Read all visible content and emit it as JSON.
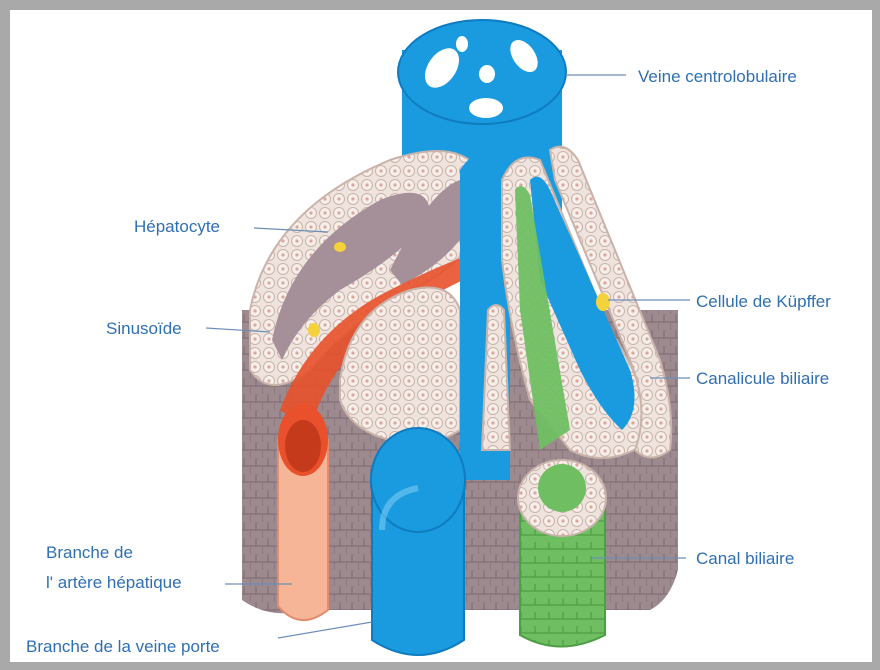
{
  "labels": {
    "veine_centrolobulaire": "Veine centrolobulaire",
    "hepatocyte": "Hépatocyte",
    "cellule_kupffer": "Cellule de Küpffer",
    "sinusoide": "Sinusoïde",
    "canalicule_biliaire": "Canalicule biliaire",
    "branche_artere_line1": "Branche de",
    "branche_artere_line2": "l' artère hépatique",
    "canal_biliaire": "Canal biliaire",
    "branche_veine_porte": "Branche de la veine porte"
  },
  "colors": {
    "label_text": "#2f6fb3",
    "leader_line": "#6d8fb5",
    "vein_blue": "#1a9be0",
    "tissue_mauve": "#9c8a8f",
    "hepatocyte_beige": "#efe4dd",
    "artery_red": "#e8512b",
    "artery_peach": "#f6b597",
    "bile_green": "#6fbf62",
    "kupffer_yellow": "#f4d23c"
  }
}
